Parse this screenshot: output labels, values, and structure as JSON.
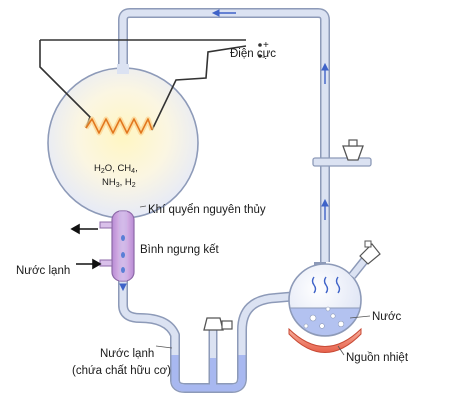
{
  "diagram": {
    "labels": {
      "electrodes": "Điện cực",
      "gas_formula_line1": "H2O, CH4,",
      "gas_formula_line2": "NH3, H2",
      "atmosphere": "Khí quyển nguyên thủy",
      "condenser": "Bình ngưng kết",
      "cold_water_in": "Nước lạnh",
      "cold_water_trap_line1": "Nước lạnh",
      "cold_water_trap_line2": "(chứa chất hữu cơ)",
      "water": "Nước",
      "heat_source": "Nguồn nhiệt"
    },
    "colors": {
      "tube": "#c9d4ea",
      "tube_edge": "#8d9ab8",
      "flow_arrow": "#3f63c8",
      "flask_glow": "#fff8cf",
      "spark": "#f2a23c",
      "condenser": "#c99ad6",
      "liquid": "#a8b8f0",
      "heater": "#f08a72"
    },
    "icons": [
      "plus-minus-icon",
      "spark-icon",
      "stopcock-icon",
      "arrow-icon"
    ]
  }
}
